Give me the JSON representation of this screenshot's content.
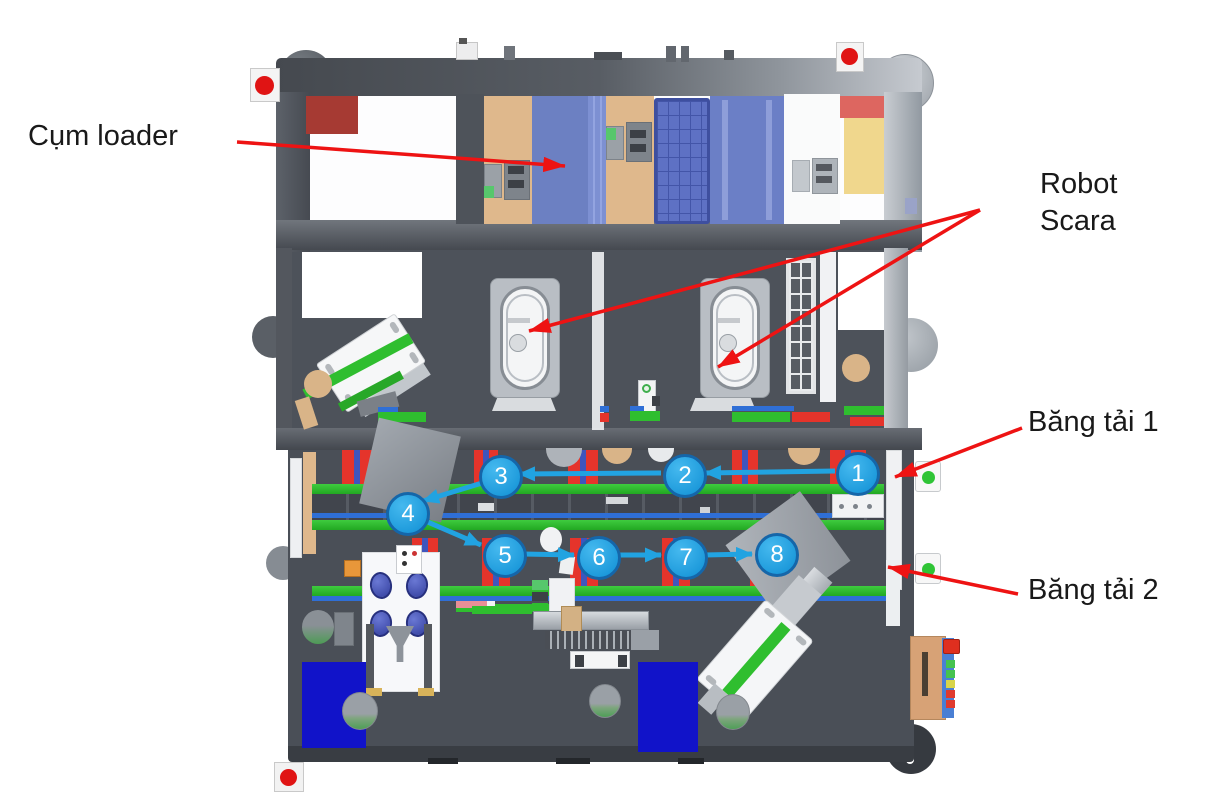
{
  "labels": {
    "loader": "Cụm loader",
    "robot_line1": "Robot",
    "robot_line2": "Scara",
    "conveyor1": "Băng tải 1",
    "conveyor2": "Băng tải 2"
  },
  "flow": {
    "steps": [
      {
        "label": "1"
      },
      {
        "label": "2"
      },
      {
        "label": "3"
      },
      {
        "label": "4"
      },
      {
        "label": "5"
      },
      {
        "label": "6"
      },
      {
        "label": "7"
      },
      {
        "label": "8"
      }
    ]
  },
  "colors": {
    "annotation_red": "#ee1313",
    "flow_blue": "#21a3e1",
    "flow_border": "#1566a9",
    "belt_green": "#2fbe2f",
    "station_red": "#e5342b",
    "panel_blue": "#6c80c2",
    "deep_blue": "#1113c9",
    "tan": "#dfb88c",
    "estop_red": "#e01414",
    "label_black": "#191919"
  }
}
